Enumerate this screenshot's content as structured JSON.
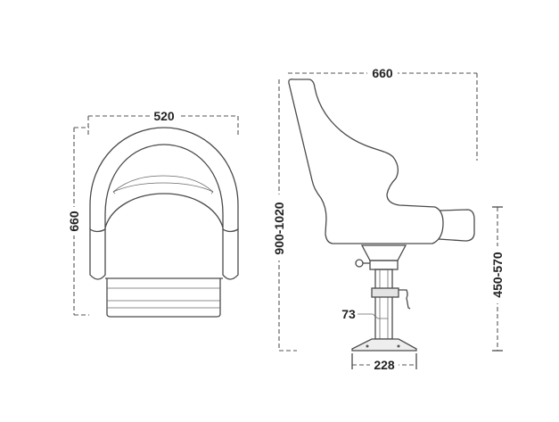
{
  "dimensions": {
    "front_width": "520",
    "front_depth": "660",
    "side_depth": "660",
    "total_height": "900-1020",
    "seat_height": "450-570",
    "pole_diameter": "73",
    "base_diameter": "228"
  },
  "colors": {
    "line": "#4a4a4a",
    "background": "#ffffff"
  }
}
